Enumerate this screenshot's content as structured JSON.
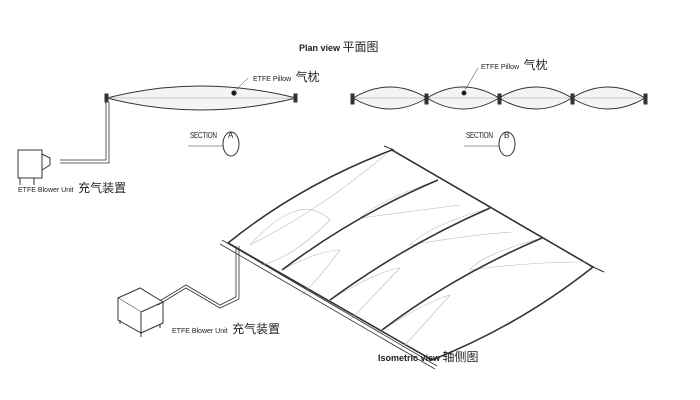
{
  "plan_view": {
    "title_en": "Plan view",
    "title_cn": "平面图"
  },
  "section_a": {
    "label": "SECTION",
    "letter": "A",
    "pillow_label_en": "ETFE Pillow",
    "pillow_label_cn": "气枕",
    "blower_label_en": "ETFE Blower Unit",
    "blower_label_cn": "充气装置"
  },
  "section_b": {
    "label": "SECTION",
    "letter": "B",
    "pillow_label_en": "ETFE Pillow",
    "pillow_label_cn": "气枕"
  },
  "isometric": {
    "title_en": "Isometric view",
    "title_cn": "轴侧图",
    "blower_label_en": "ETFE Blower Unit",
    "blower_label_cn": "充气装置"
  },
  "colors": {
    "line": "#333333",
    "light_line": "#b0b0b0"
  }
}
